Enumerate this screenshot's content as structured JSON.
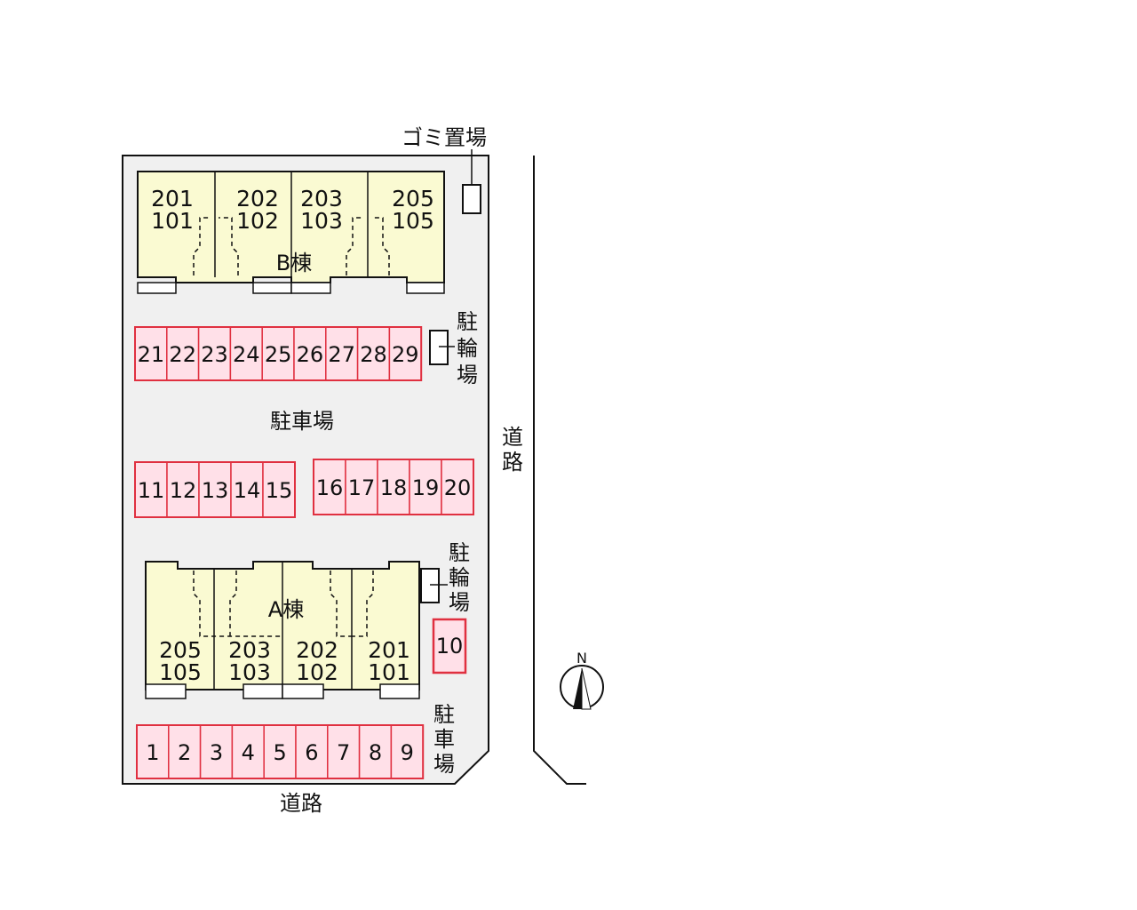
{
  "labels": {
    "garbage": "ゴミ置場",
    "bike_parking": "駐輪場",
    "parking_center": "駐車場",
    "parking_side": "駐車場",
    "road_bottom": "道路",
    "road_right": "道路",
    "building_b": "B棟",
    "building_a": "A棟",
    "north": "N"
  },
  "colors": {
    "building_fill": "#fafad2",
    "slot_fill": "#ffe0e8",
    "slot_border": "#e03040",
    "lot_fill": "#f0f0f0",
    "line": "#111111"
  },
  "building_b": {
    "units": [
      {
        "upper": "201",
        "lower": "101"
      },
      {
        "upper": "202",
        "lower": "102"
      },
      {
        "upper": "203",
        "lower": "103"
      },
      {
        "upper": "205",
        "lower": "105"
      }
    ]
  },
  "building_a": {
    "units": [
      {
        "upper": "205",
        "lower": "105"
      },
      {
        "upper": "203",
        "lower": "103"
      },
      {
        "upper": "202",
        "lower": "102"
      },
      {
        "upper": "201",
        "lower": "101"
      }
    ]
  },
  "parking": {
    "row_top": [
      "21",
      "22",
      "23",
      "24",
      "25",
      "26",
      "27",
      "28",
      "29"
    ],
    "row_mid_left": [
      "11",
      "12",
      "13",
      "14",
      "15"
    ],
    "row_mid_right": [
      "16",
      "17",
      "18",
      "19",
      "20"
    ],
    "row_bottom": [
      "1",
      "2",
      "3",
      "4",
      "5",
      "6",
      "7",
      "8",
      "9"
    ],
    "single": "10"
  }
}
